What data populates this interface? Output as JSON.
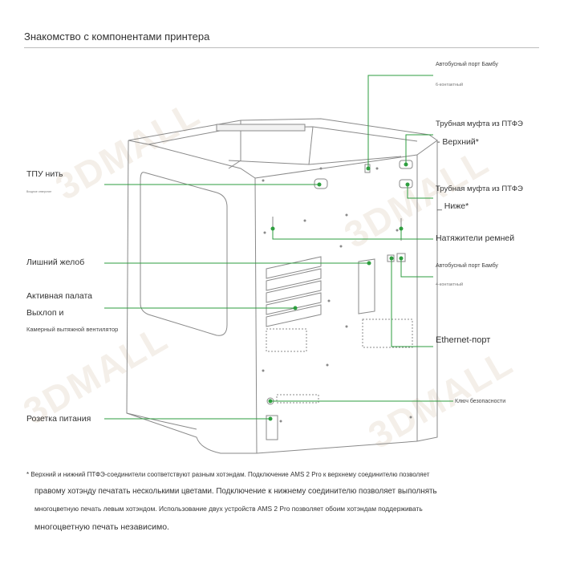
{
  "page": {
    "title": "Знакомство с компонентами принтера",
    "watermark": "3DMALL"
  },
  "colors": {
    "accent": "#2e9e3f",
    "line_art": "#777777"
  },
  "labels": {
    "ams_top_line1": "Автобусный порт Бамбу",
    "ams_top_line2": "6-контактный",
    "ptfe_top_line1": "Трубная муфта из ПТФЭ",
    "ptfe_top_line2": "- Верхний*",
    "tpu": "ТПУ нить",
    "tpu_sub": "Входное отверстие",
    "ptfe_bottom_line1": "Трубная муфта из ПТФЭ",
    "ptfe_bottom_line2": "_ Ниже*",
    "belt": "Натяжители ремней",
    "waste": "Лишний желоб",
    "ams_bottom_line1": "Автобусный порт Бамбу",
    "ams_bottom_line2": "4-контактный",
    "chamber_line1": "Активная палата",
    "chamber_line2": "Выхлоп и",
    "chamber_line3": "Камерный вытяжной вентилятор",
    "ethernet": "Ethernet-порт",
    "security_key": "Ключ безопасности",
    "power": "Розетка питания"
  },
  "footnote": {
    "line1": "* Верхний и нижний ПТФЭ-соединители соответствуют разным хотэндам. Подключение AMS 2 Pro к верхнему соединителю позволяет",
    "line2": "правому хотэнду печатать несколькими цветами. Подключение к нижнему соединителю позволяет выполнять",
    "line3": "многоцветную печать левым хотэндом. Использование двух устройств AMS 2 Pro позволяет обоим хотэндам поддерживать",
    "line4": "многоцветную печать независимо."
  }
}
